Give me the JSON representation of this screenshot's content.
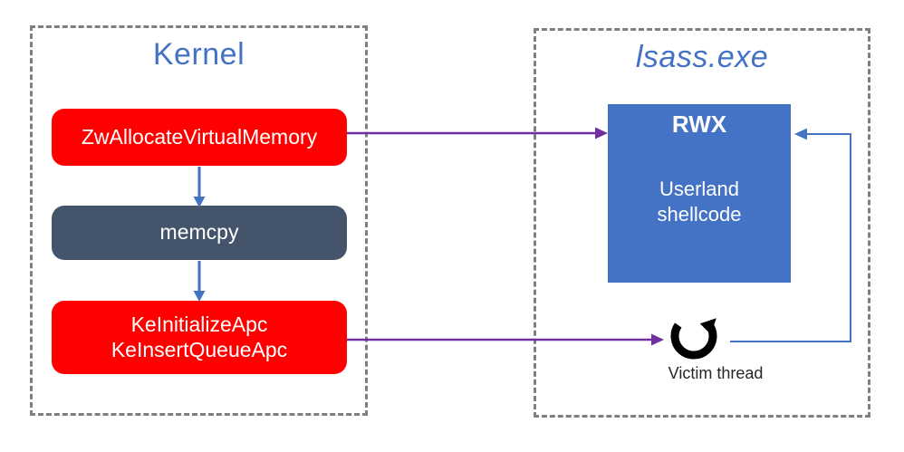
{
  "colors": {
    "accent_blue": "#4472C4",
    "box_red": "#FF0000",
    "box_dark_slate": "#44546A",
    "arrow_purple": "#7030A0",
    "dashed_border_gray": "#7F7F7F",
    "label_dark": "#262626",
    "thread_icon_black": "#000000"
  },
  "kernel_panel": {
    "title": "Kernel",
    "nodes": [
      {
        "id": "zw-allocate-virtual-memory",
        "label": "ZwAllocateVirtualMemory",
        "color": "#FF0000"
      },
      {
        "id": "memcpy",
        "label": "memcpy",
        "color": "#44546A"
      },
      {
        "id": "ke-apc",
        "label": "KeInitializeApc\nKeInsertQueueApc",
        "color": "#FF0000"
      }
    ]
  },
  "lsass_panel": {
    "title": "lsass.exe",
    "rwx_box": {
      "title": "RWX",
      "body": "Userland\nshellcode"
    },
    "victim_thread_label": "Victim thread"
  },
  "connectors": [
    {
      "id": "zwalloc-to-memcpy",
      "type": "down-arrow",
      "color": "#4472C4"
    },
    {
      "id": "memcpy-to-keapc",
      "type": "down-arrow",
      "color": "#4472C4"
    },
    {
      "id": "zwalloc-to-rwx",
      "type": "right-arrow",
      "color": "#7030A0"
    },
    {
      "id": "keapc-to-victim-thread",
      "type": "right-arrow",
      "color": "#7030A0"
    },
    {
      "id": "victim-thread-to-rwx",
      "type": "elbow-arrow",
      "color": "#4472C4"
    }
  ]
}
